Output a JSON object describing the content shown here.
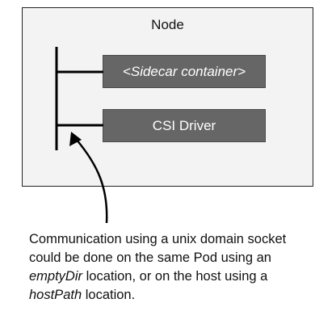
{
  "node": {
    "title": "Node"
  },
  "containers": {
    "sidecar_label": "<Sidecar container>",
    "csi_label": "CSI Driver"
  },
  "note": {
    "part1": "Communication using a unix domain socket could be done on the same Pod using an ",
    "italic1": "emptyDir",
    "part2": " location, or on the host using a ",
    "italic2": "hostPath",
    "part3": " location."
  },
  "colors": {
    "node_fill": "#f3f3f3",
    "container_fill": "#666666",
    "line": "#000000"
  }
}
